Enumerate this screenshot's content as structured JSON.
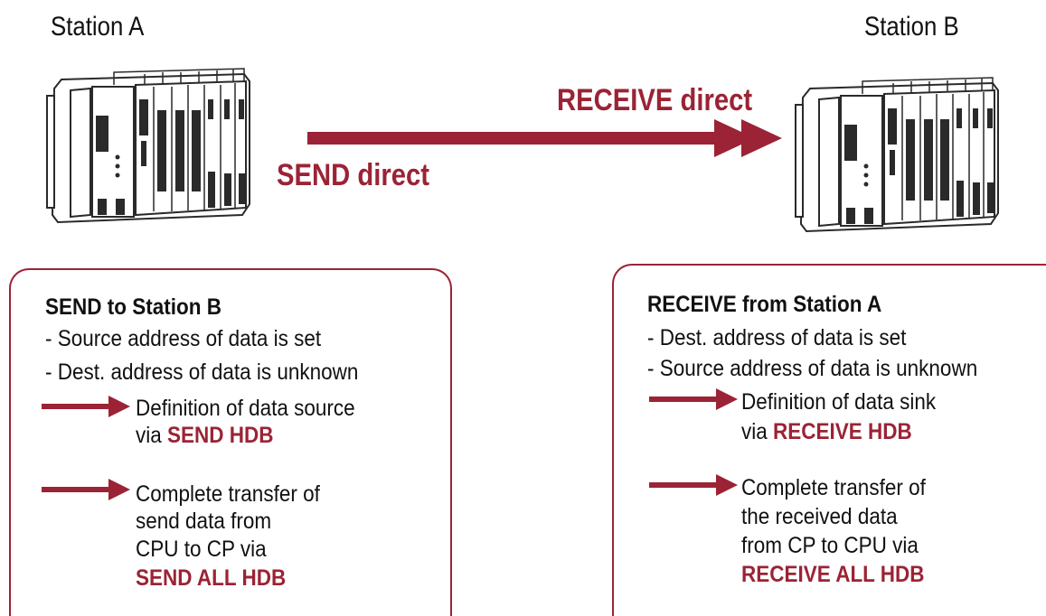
{
  "colors": {
    "accent": "#9b2335",
    "text": "#111111",
    "equipment": "#2a2a2a"
  },
  "station_a": {
    "label": "Station A",
    "icon": "plc-rack-icon"
  },
  "station_b": {
    "label": "Station B",
    "icon": "plc-rack-icon"
  },
  "transfer": {
    "send_label": "SEND direct",
    "receive_label": "RECEIVE direct",
    "icon": "double-arrow-right-icon"
  },
  "send_panel": {
    "title": "SEND to Station B",
    "bullet1": "- Source address of data is set",
    "bullet2": "- Dest. address of data is unknown",
    "step1_line1": "Definition of data source",
    "step1_prefix": "via ",
    "step1_highlight": "SEND HDB",
    "step2_line1": "Complete transfer of",
    "step2_line2": "send data from",
    "step2_line3": "CPU to CP via",
    "step2_highlight": "SEND ALL HDB"
  },
  "receive_panel": {
    "title": "RECEIVE from Station A",
    "bullet1": "- Dest. address of data is set",
    "bullet2": "- Source address of data is unknown",
    "step1_line1": "Definition of data sink",
    "step1_prefix": "via ",
    "step1_highlight": "RECEIVE HDB",
    "step2_line1": "Complete transfer of",
    "step2_line2": "the received data",
    "step2_line3": "from CP to CPU via",
    "step2_highlight": "RECEIVE ALL HDB"
  }
}
